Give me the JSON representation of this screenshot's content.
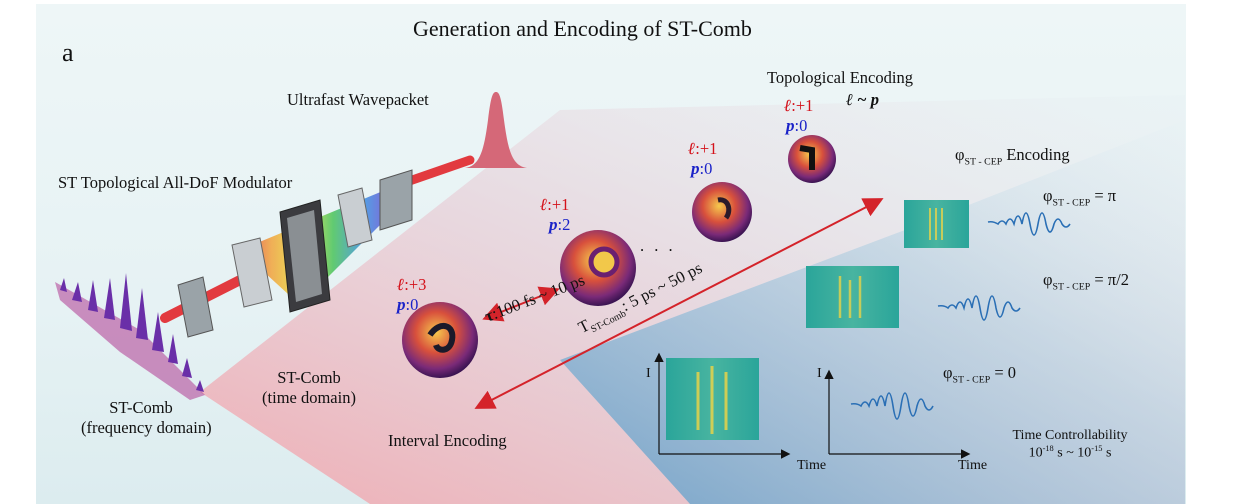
{
  "title": "Generation and Encoding of ST-Comb",
  "panel_label": "a",
  "labels": {
    "ultrafast": "Ultrafast Wavepacket",
    "modulator": "ST Topological All-DoF Modulator",
    "freq_domain_1": "ST-Comb",
    "freq_domain_2": "(frequency domain)",
    "time_domain_1": "ST-Comb",
    "time_domain_2": "(time domain)",
    "interval": "Interval Encoding",
    "topo": "Topological Encoding",
    "topo_rel": "ℓ ~ p",
    "cep_title": "Encoding",
    "tau": ":100 fs ~ 10 ps",
    "tcomb_T": "T",
    "tcomb_sub": "ST-Comb",
    "tcomb_val": ": 5 ps ~ 50 ps",
    "dots": ". . .",
    "time": "Time",
    "I": "I",
    "time_ctrl_1": "Time Controllability",
    "time_ctrl_2a": "10",
    "time_ctrl_2b": "-18",
    "time_ctrl_2c": " s ~ 10",
    "time_ctrl_2d": "-15",
    "time_ctrl_2e": " s"
  },
  "modes": [
    {
      "l": ":+3",
      "p": ":0"
    },
    {
      "l": ":+1",
      "p": ":2"
    },
    {
      "l": ":+1",
      "p": ":0"
    },
    {
      "l": ":+1",
      "p": ":0"
    }
  ],
  "cep": {
    "phi": "φ",
    "sub": "ST - CEP",
    "values": [
      "= π",
      "= π/2",
      "= 0"
    ]
  },
  "colors": {
    "arrow": "#d4232a",
    "wave": "#2a6fb5",
    "beam": "#e23a3f",
    "l_color": "#d4111a",
    "p_color": "#1a22c8"
  }
}
